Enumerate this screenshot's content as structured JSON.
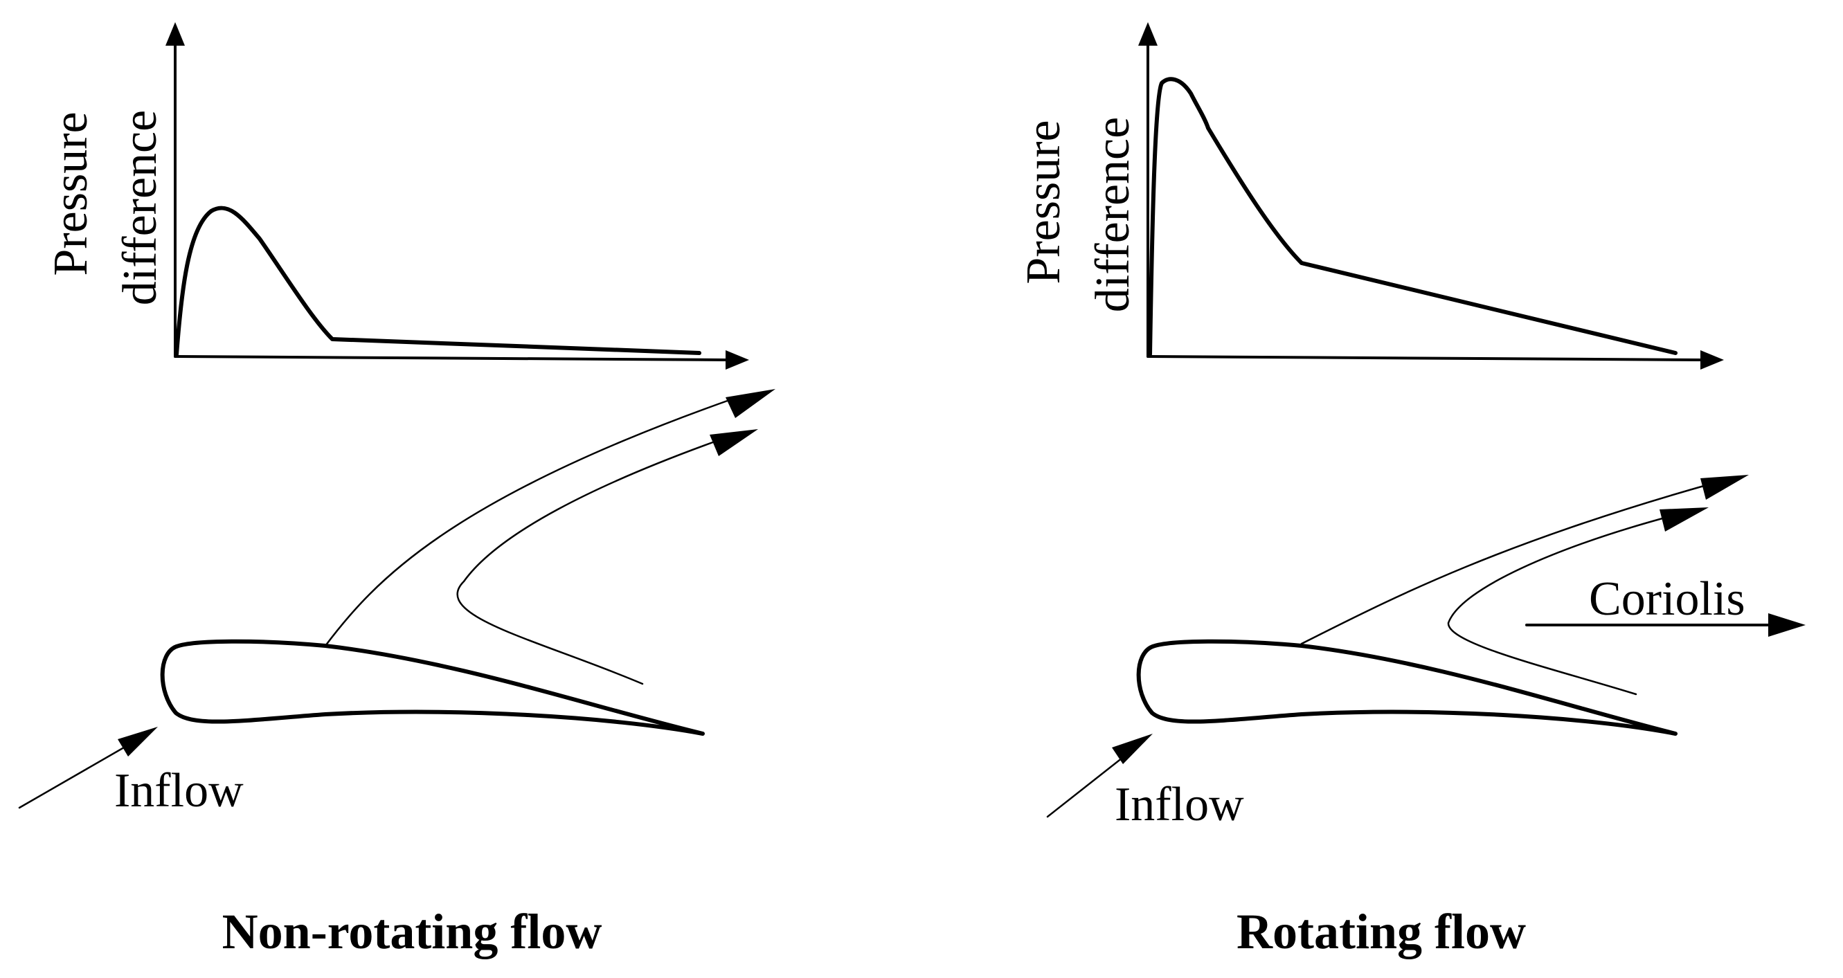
{
  "panels": [
    {
      "id": "non-rotating",
      "title": "Non-rotating flow",
      "ylabel_line1": "Pressure",
      "ylabel_line2": "difference",
      "inflow_label": "Inflow"
    },
    {
      "id": "rotating",
      "title": "Rotating flow",
      "ylabel_line1": "Pressure",
      "ylabel_line2": "difference",
      "inflow_label": "Inflow",
      "force_label": "Coriolis"
    }
  ]
}
